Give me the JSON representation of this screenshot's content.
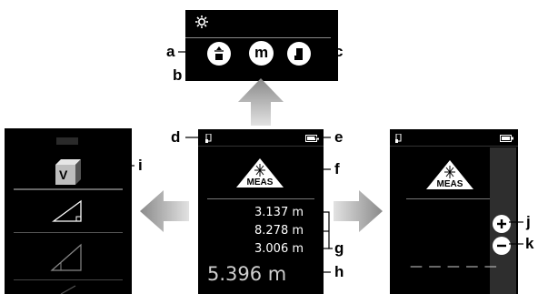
{
  "top_panel": {
    "settings_icon": "gear-icon",
    "icons": [
      "reference-edge-icon",
      "mode-m-icon",
      "device-rear-icon"
    ],
    "m_label": "m"
  },
  "callouts": {
    "a": "a",
    "b": "b",
    "c": "c",
    "d": "d",
    "e": "e",
    "f": "f",
    "g": "g",
    "h": "h",
    "i": "i",
    "j": "j",
    "k": "k"
  },
  "center_screen": {
    "meas_label": "MEAS",
    "readings": [
      "3.137 m",
      "8.278 m",
      "3.006 m"
    ],
    "main_reading": "5.396 m"
  },
  "right_screen": {
    "meas_label": "MEAS",
    "plus_icon": "plus-icon",
    "minus_icon": "minus-icon",
    "dashes": "— — — — —"
  },
  "left_screen": {
    "menu_icons": [
      "volume-v-icon",
      "area-triangle-icon",
      "indirect-height-icon"
    ],
    "v_label": "V"
  }
}
